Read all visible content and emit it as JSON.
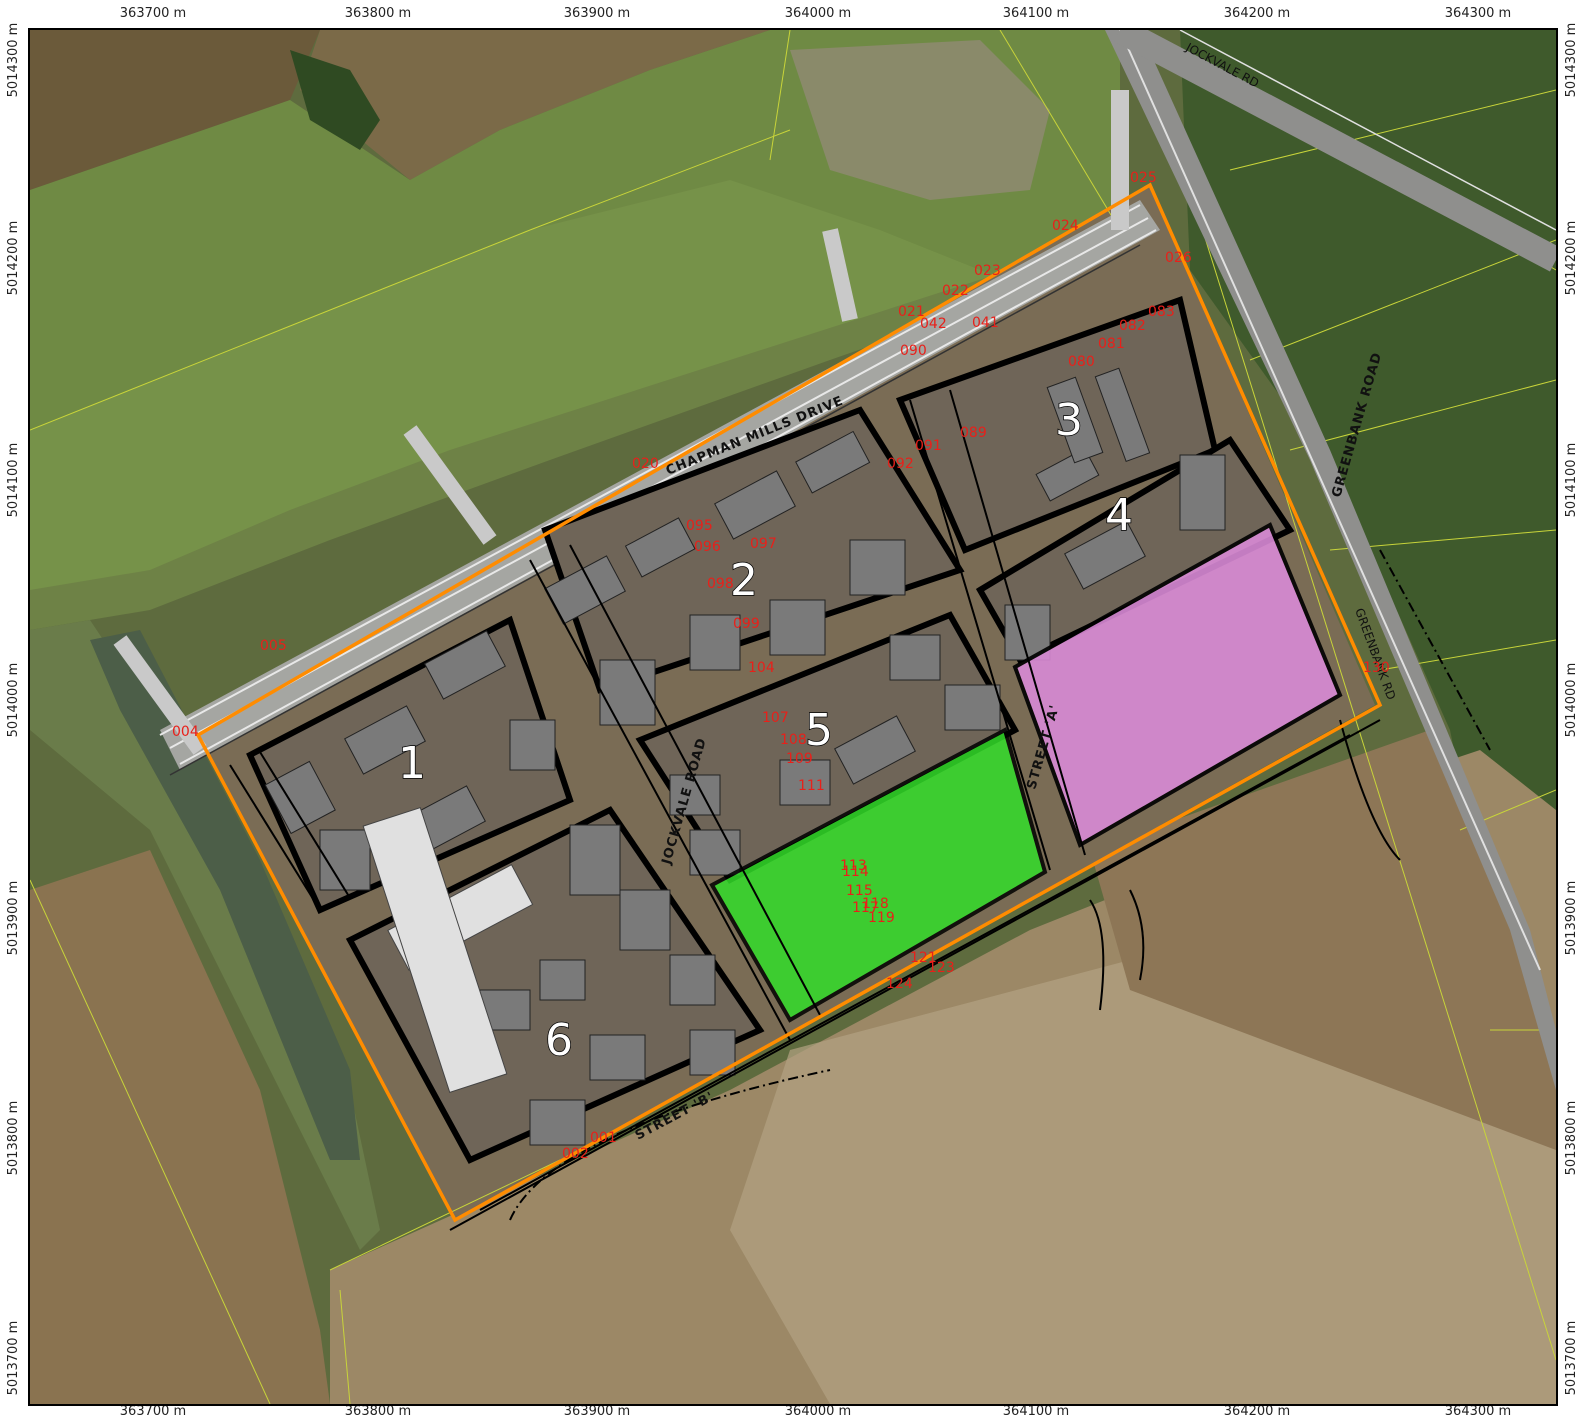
{
  "axes": {
    "x_ticks": [
      "363700 m",
      "363800 m",
      "363900 m",
      "364000 m",
      "364100 m",
      "364200 m",
      "364300 m"
    ],
    "y_ticks": [
      "5014300 m",
      "5014200 m",
      "5014100 m",
      "5014000 m",
      "5013900 m",
      "5013800 m",
      "5013700 m"
    ]
  },
  "roads": {
    "chapman_mills": "CHAPMAN MILLS DRIVE",
    "jockvale_road": "JOCKVALE ROAD",
    "street_a": "STREET 'A'",
    "street_b": "STREET 'B'",
    "greenbank_road": "GREENBANK ROAD",
    "greenbank_rd": "GREENBANK RD",
    "jockvale_rd": "JOCKVALE RD"
  },
  "blocks": [
    "1",
    "2",
    "3",
    "4",
    "5",
    "6"
  ],
  "points": [
    {
      "id": "001"
    },
    {
      "id": "002"
    },
    {
      "id": "004"
    },
    {
      "id": "005"
    },
    {
      "id": "020"
    },
    {
      "id": "021"
    },
    {
      "id": "022"
    },
    {
      "id": "023"
    },
    {
      "id": "024"
    },
    {
      "id": "025"
    },
    {
      "id": "026"
    },
    {
      "id": "041"
    },
    {
      "id": "080"
    },
    {
      "id": "081"
    },
    {
      "id": "082"
    },
    {
      "id": "083"
    },
    {
      "id": "089"
    },
    {
      "id": "091"
    },
    {
      "id": "092"
    },
    {
      "id": "095"
    },
    {
      "id": "096"
    },
    {
      "id": "097"
    },
    {
      "id": "098"
    },
    {
      "id": "099"
    },
    {
      "id": "104"
    },
    {
      "id": "107"
    },
    {
      "id": "108"
    },
    {
      "id": "109"
    },
    {
      "id": "111"
    },
    {
      "id": "114"
    },
    {
      "id": "115"
    },
    {
      "id": "117"
    },
    {
      "id": "118"
    },
    {
      "id": "119"
    },
    {
      "id": "121"
    },
    {
      "id": "123"
    },
    {
      "id": "124"
    },
    {
      "id": "130"
    },
    {
      "id": "113"
    },
    {
      "id": "042"
    },
    {
      "id": "090"
    }
  ],
  "colors": {
    "site_boundary": "#ff8c00",
    "green_parcel": "#33dd2a",
    "pink_parcel": "#d98ad6",
    "point_label": "#e8201a",
    "block_outline": "#000000"
  }
}
